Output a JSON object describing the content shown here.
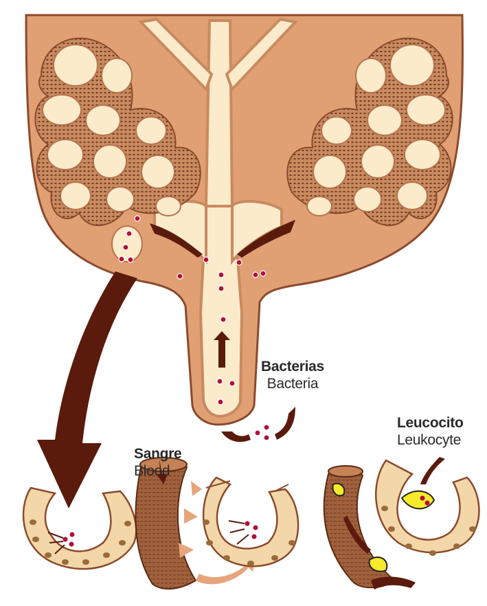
{
  "labels": {
    "bacteria": {
      "es": "Bacterias",
      "en": "Bacteria"
    },
    "blood": {
      "es": "Sangre",
      "en": "Blood"
    },
    "leukocyte": {
      "es": "Leucocito",
      "en": "Leukocyte"
    }
  },
  "colors": {
    "tissue": "#E0A074",
    "tissue_dark": "#8B4A2C",
    "lumen": "#FBEBCB",
    "arrow": "#5A1A0C",
    "bacteria": "#B0103A",
    "leukocyte": "#F6EA2A",
    "vessel": "#A0603C",
    "light_arrow": "#E6A57C"
  }
}
